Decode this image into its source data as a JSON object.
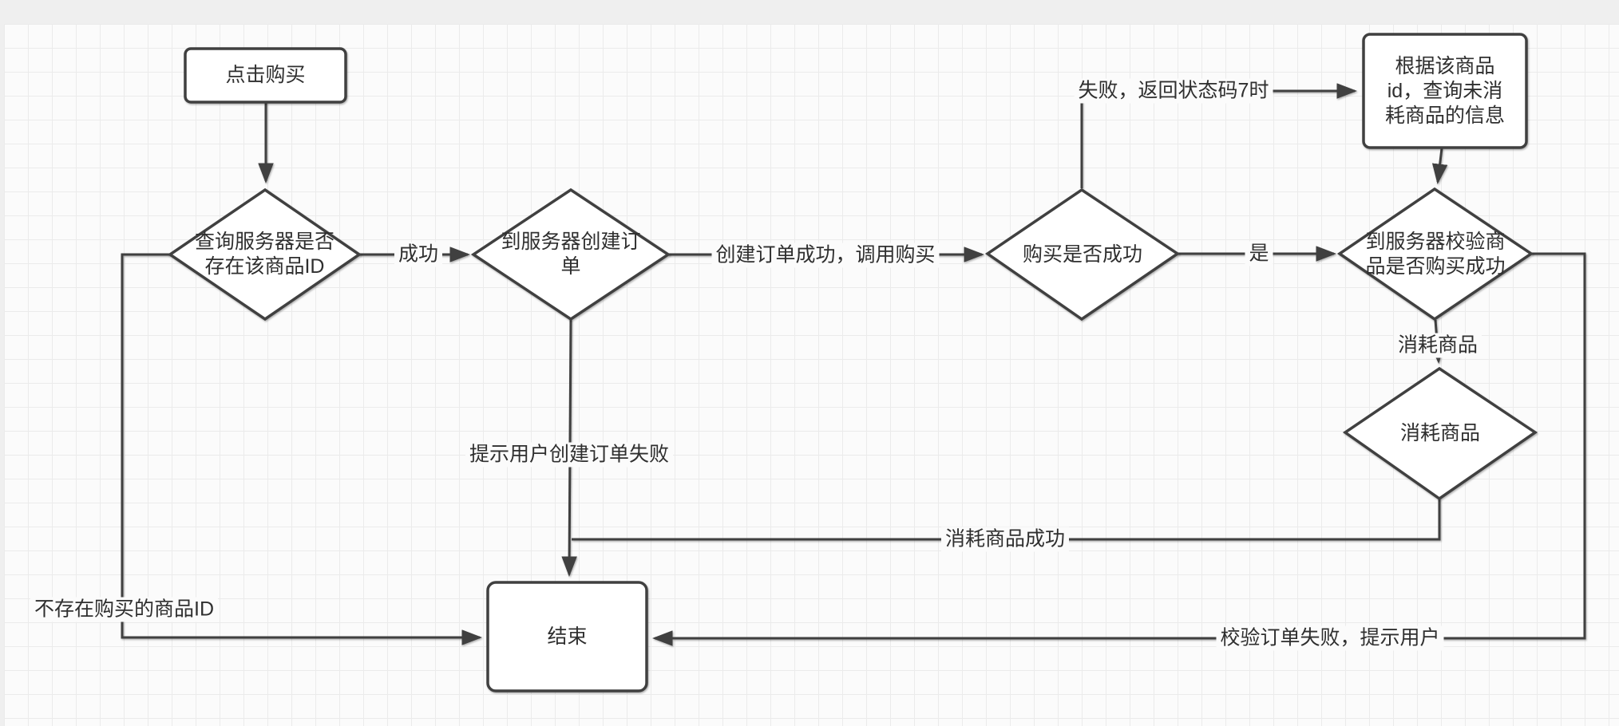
{
  "canvas": {
    "kind": "flowchart-grid-canvas",
    "colors": {
      "frame_bg": "#efefef",
      "canvas_bg": "#fbfbfb",
      "grid_line": "#ebebeb",
      "stroke": "#3f3f3f",
      "text": "#2f2f2f",
      "shape_fill": "#ffffff"
    }
  },
  "nodes": [
    {
      "id": "click-buy",
      "shape": "rounded-rectangle",
      "label": "点击购买"
    },
    {
      "id": "check-product-id",
      "shape": "diamond",
      "label": "查询服务器是否\n存在该商品ID"
    },
    {
      "id": "create-order",
      "shape": "diamond",
      "label": "到服务器创建订\n单"
    },
    {
      "id": "purchase-success",
      "shape": "diamond",
      "label": "购买是否成功"
    },
    {
      "id": "verify-purchase",
      "shape": "diamond",
      "label": "到服务器校验商\n品是否购买成功"
    },
    {
      "id": "query-unconsumed",
      "shape": "rounded-rectangle",
      "label": "根据该商品\nid，查询未消\n耗商品的信息"
    },
    {
      "id": "consume-product",
      "shape": "diamond",
      "label": "消耗商品"
    },
    {
      "id": "end",
      "shape": "rounded-rectangle",
      "label": "结束"
    }
  ],
  "edge_labels": [
    {
      "id": "success",
      "text": "成功"
    },
    {
      "id": "order-created-call-buy",
      "text": "创建订单成功，调用购买"
    },
    {
      "id": "yes",
      "text": "是"
    },
    {
      "id": "fail-status-code-7",
      "text": "失败，返回状态码7时"
    },
    {
      "id": "consume-product",
      "text": "消耗商品"
    },
    {
      "id": "consume-success",
      "text": "消耗商品成功"
    },
    {
      "id": "create-order-failed",
      "text": "提示用户创建订单失败"
    },
    {
      "id": "no-product-id",
      "text": "不存在购买的商品ID"
    },
    {
      "id": "verify-failed",
      "text": "校验订单失败，提示用户"
    }
  ]
}
